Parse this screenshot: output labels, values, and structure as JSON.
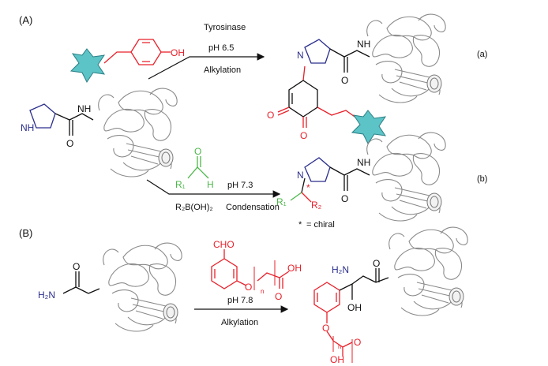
{
  "section_a_label": "(A)",
  "section_b_label": "(B)",
  "reaction_a_label": "(a)",
  "reaction_b_label": "(b)",
  "enzyme": "Tyrosinase",
  "ph_a": "pH 6.5",
  "process_a": "Alkylation",
  "ph_b": "pH 7.3",
  "boronic": "R₂B(OH)₂",
  "process_b": "Condensation",
  "chiral_star": "*",
  "chiral_note": "= chiral",
  "ph_c": "pH 7.8",
  "process_c": "Alkylation",
  "atoms": {
    "oh": "OH",
    "nh": "NH",
    "n": "N",
    "h": "H",
    "o": "O",
    "r1": "R₁",
    "r2": "R₂",
    "cho": "CHO",
    "h2n": "H₂N",
    "nsub": "n"
  },
  "colors": {
    "red": "#e8202a",
    "green": "#4bb749",
    "navy": "#2a2e8c",
    "star": "#5cc3c6"
  }
}
